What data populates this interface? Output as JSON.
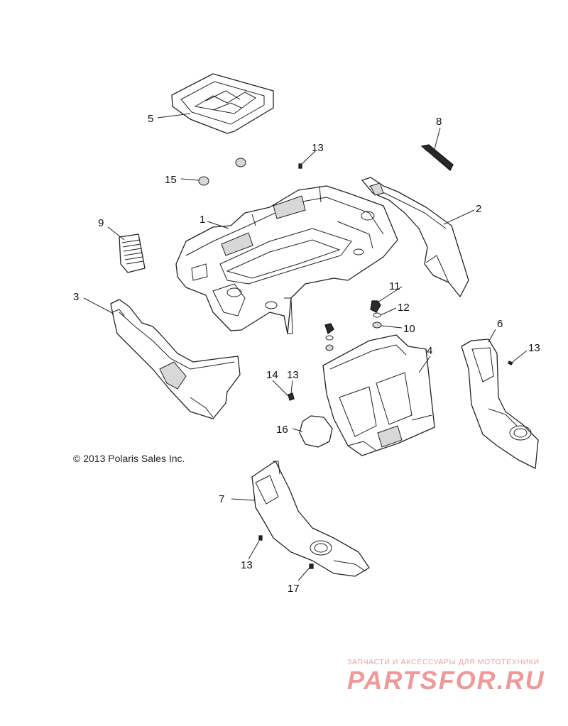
{
  "callouts": {
    "c1": "1",
    "c2": "2",
    "c3": "3",
    "c4": "4",
    "c5": "5",
    "c6": "6",
    "c7": "7",
    "c8": "8",
    "c9": "9",
    "c10": "10",
    "c11": "11",
    "c12": "12",
    "c13a": "13",
    "c13b": "13",
    "c13c": "13",
    "c13d": "13",
    "c14": "14",
    "c15": "15",
    "c16": "16",
    "c17": "17"
  },
  "copyright": "© 2013 Polaris Sales Inc.",
  "watermark": {
    "tagline": "ЗАПЧАСТИ И АКСЕССУАРЫ ДЛЯ МОТОТЕХНИКИ",
    "brand": "PARTSFOR.RU",
    "color": "#ec9a9a"
  }
}
